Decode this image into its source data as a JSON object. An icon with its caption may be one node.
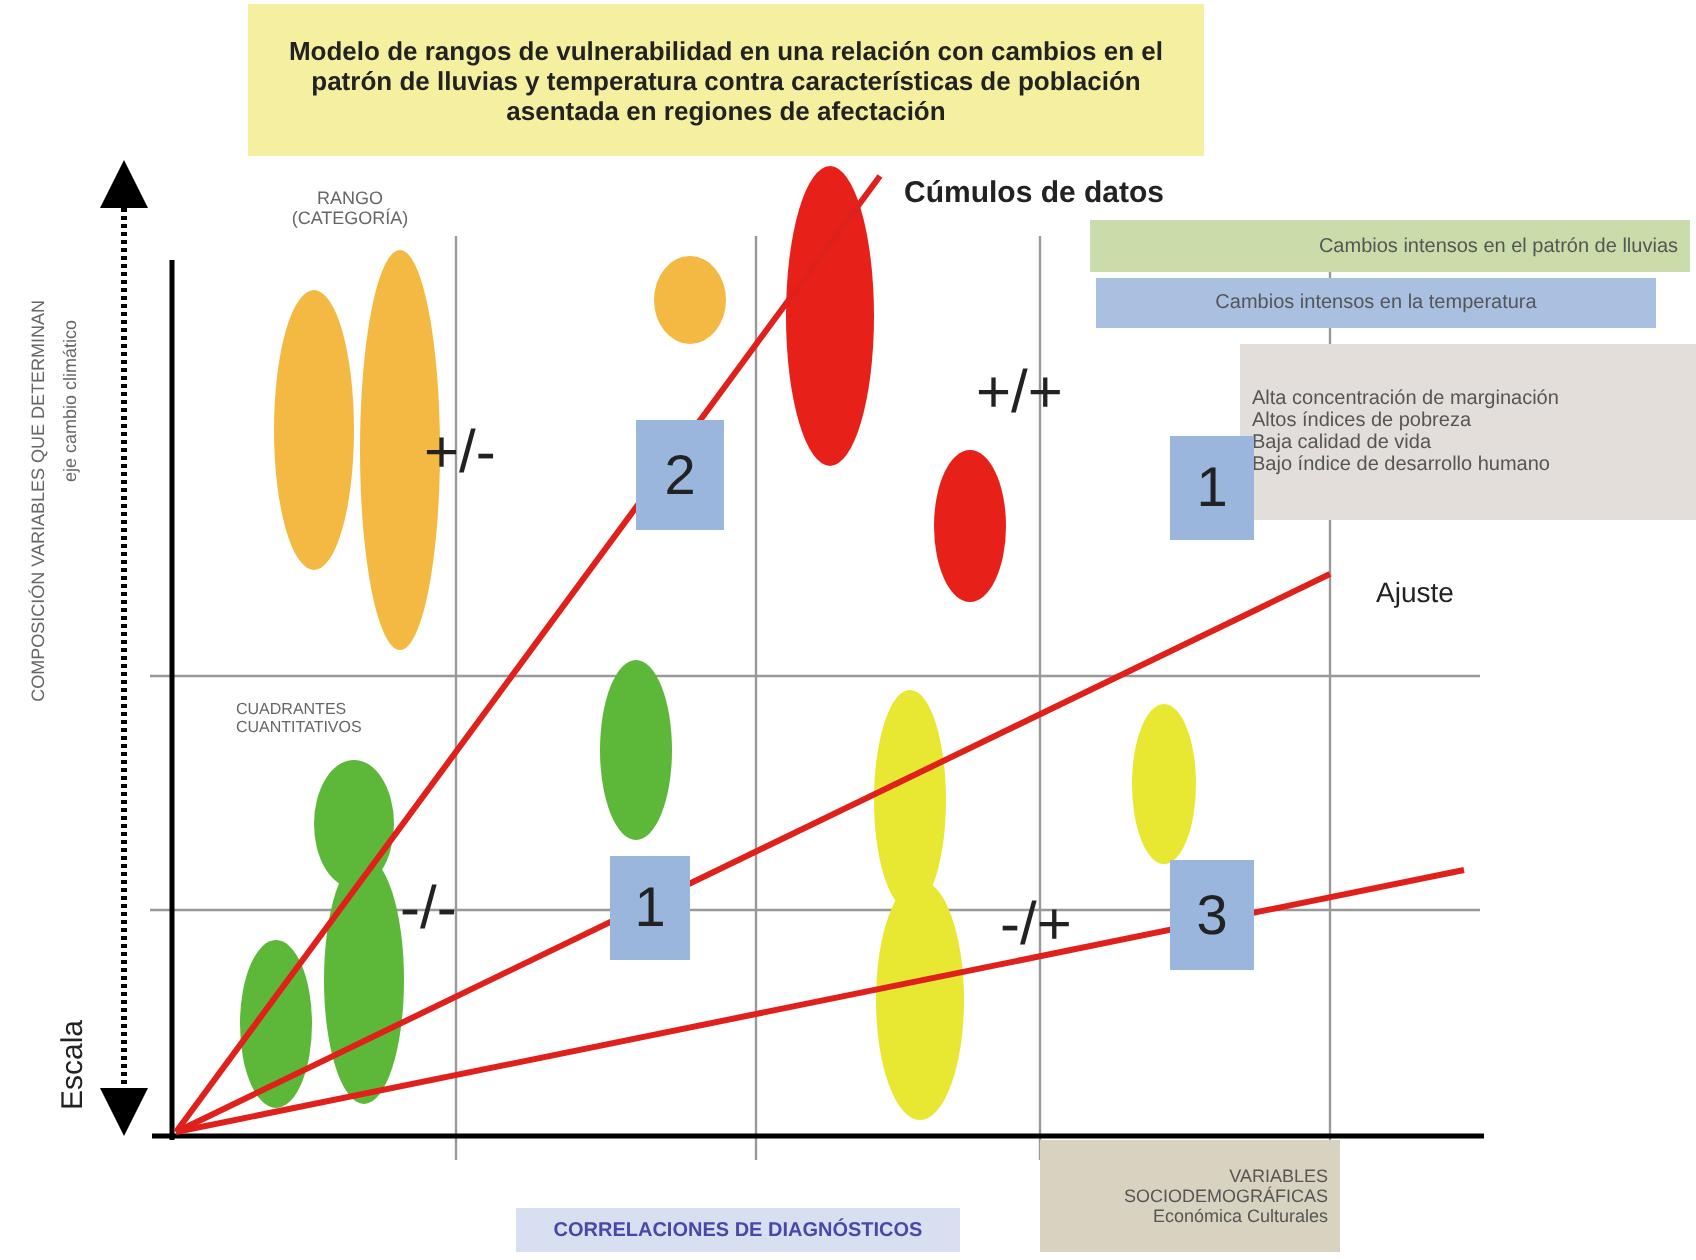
{
  "diagram": {
    "nodes": [
      {
        "text": [
          "Modelo de rangos de vulnerabilidad en una relación con cambios en el patrón de lluvias y temperatura contra características de población asentada en regiones de afectación"
        ]
      },
      {
        "text": [
          "Cambios  intensos en el patrón de lluvias"
        ]
      },
      {
        "text": [
          "Cambios  intensos en la temperatura"
        ]
      },
      {
        "text": [
          "Alta concentración de marginación",
          "Altos índices de pobreza",
          "Baja calidad de vida",
          "Bajo índice de desarrollo humano"
        ]
      },
      {
        "text": [
          "2"
        ]
      },
      {
        "text": [
          "1"
        ]
      },
      {
        "text": [
          "1"
        ]
      },
      {
        "text": [
          "3"
        ]
      },
      {
        "text": [
          "VARIABLES SOCIODEMOGRÁFICAS",
          "Económica Culturales"
        ]
      },
      {
        "text": [
          "CORRELACIONES DE DIAGNÓSTICOS"
        ]
      }
    ],
    "edges": [],
    "labels": [
      "RANGO (CATEGORÍA)",
      "Cúmulos de datos",
      "+/-",
      "+/+",
      "Ajuste",
      "CUADRANTES CUANTITATIVOS",
      "-/-",
      "-/+",
      "COMPOSICIÓN VARIABLES QUE DETERMINAN",
      "eje cambio climático",
      "Escala"
    ]
  }
}
